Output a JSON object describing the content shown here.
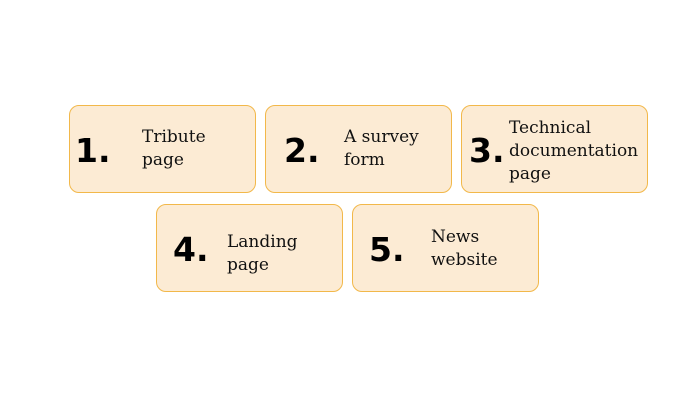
{
  "items": [
    {
      "number": "1.",
      "label": "Tribute\npage"
    },
    {
      "number": "2.",
      "label": "A survey\nform"
    },
    {
      "number": "3.",
      "label": "Technical\ndocumentation\npage"
    },
    {
      "number": "4.",
      "label": "Landing\npage"
    },
    {
      "number": "5.",
      "label": "News\nwebsite"
    }
  ],
  "colors": {
    "card_fill": "#fcebd4",
    "card_border": "#f2b84a",
    "text": "#111111"
  }
}
